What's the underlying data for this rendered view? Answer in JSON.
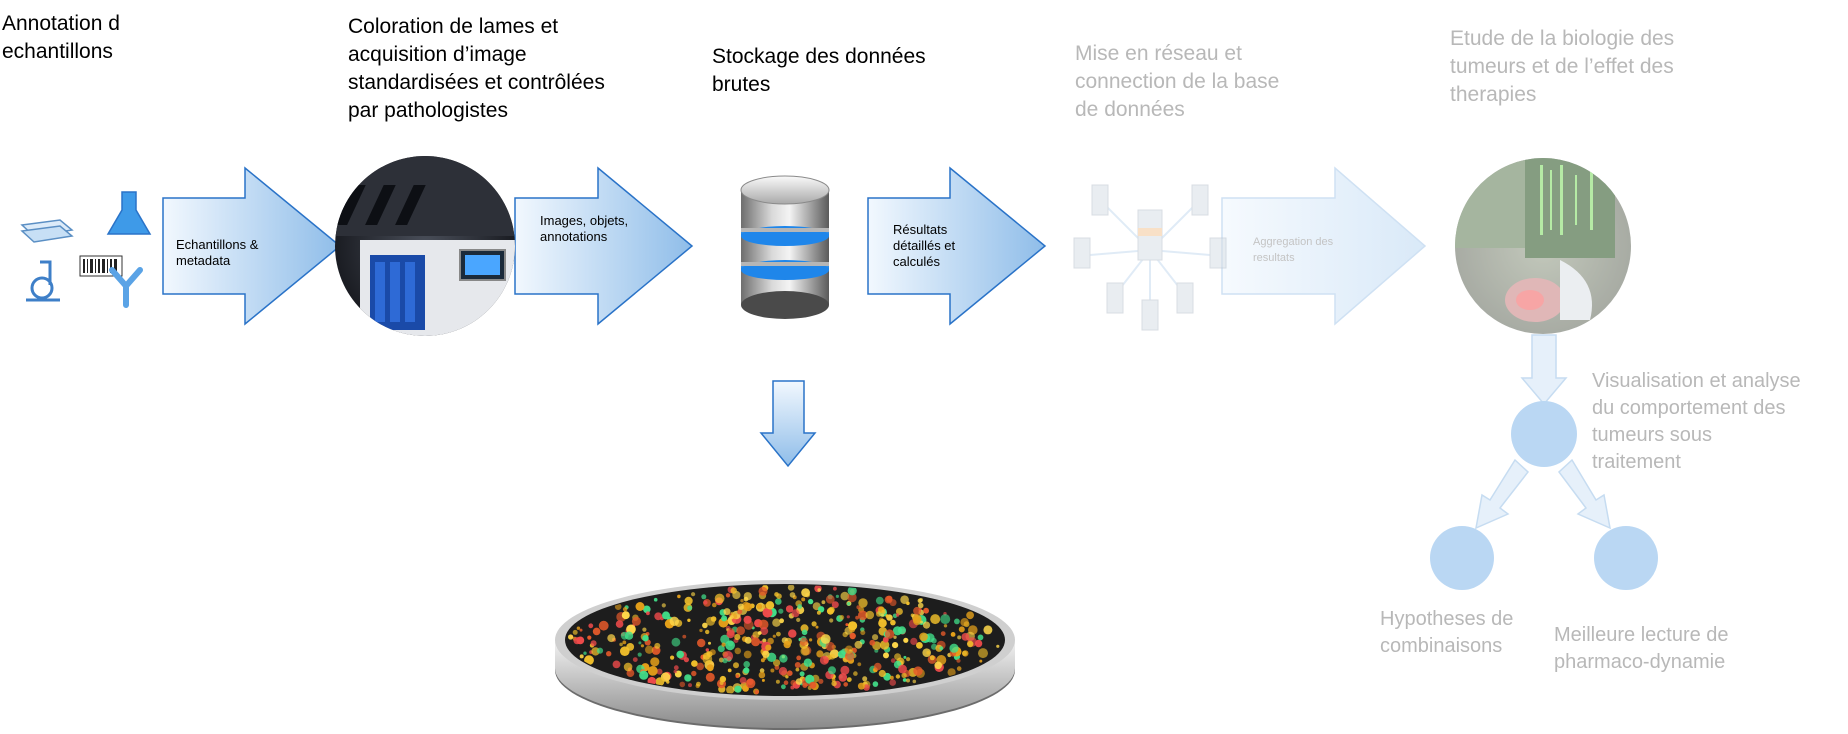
{
  "steps": [
    {
      "title": "Annotation d\nechantillons",
      "arrow_label": "Echantillons &\nmetadata",
      "faded": false
    },
    {
      "title": "Coloration de lames et\nacquisition d’image\nstandardisées et contrôlées\npar pathologistes",
      "arrow_label": "Images,  objets,\nannotations",
      "faded": false
    },
    {
      "title": "Stockage des données\nbrutes",
      "arrow_label": "Résultats\ndétaillés et\ncalculés",
      "faded": false
    },
    {
      "title": "Mise en réseau et\nconnection de la base\nde données",
      "arrow_label": "Aggregation des\nresultats",
      "faded": true
    },
    {
      "title": "Etude de la biologie des\ntumeurs et de l’effet des\ntherapies",
      "faded": true
    }
  ],
  "branches": {
    "center": "Visualisation et analyse\ndu comportement des\ntumeurs sous\ntraitement",
    "left": "Hypotheses de\ncombinaisons",
    "right": "Meilleure lecture de\npharmaco-dynamie"
  },
  "colors": {
    "arrow_light": "#eaf3fc",
    "arrow_dark": "#9cc5ec",
    "arrow_stroke": "#2a73c8",
    "faded_blue": "#bcd8f3",
    "db_blue": "#5fb0ff"
  }
}
